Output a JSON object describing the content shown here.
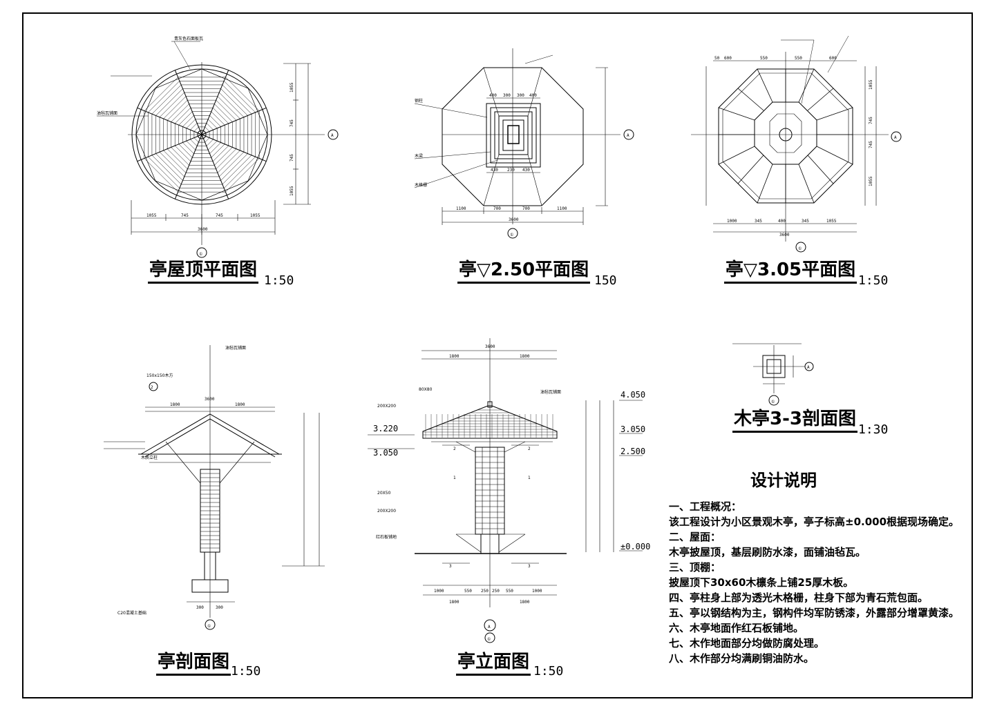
{
  "titles": {
    "roof_plan": "亭屋顶平面图",
    "roof_plan_scale": "1:50",
    "plan_250": "亭▽2.50平面图",
    "plan_250_scale": "150",
    "plan_305": "亭▽3.05平面图",
    "plan_305_scale": "1:50",
    "section": "亭剖面图",
    "section_scale": "1:50",
    "elevation": "亭立面图",
    "elevation_scale": "1:50",
    "section33": "木亭3-3剖面图",
    "section33_scale": "1:30"
  },
  "notes": {
    "heading": "设计说明",
    "lines": [
      "一、工程概况：",
      "该工程设计为小区景观木亭，亭子标高±0.000根据现场确定。",
      "二、屋面：",
      "木亭披屋顶，基层刷防水漆，面铺油毡瓦。",
      "三、顶棚：",
      "披屋顶下30x60木檩条上铺25厚木板。",
      "四、亭柱身上部为透光木格栅，柱身下部为青石荒包面。",
      "五、亭以钢结构为主，钢构件均军防锈漆，外露部分增罩黄漆。",
      "六、木亭地面作红石板铺地。",
      "七、木作地面部分均做防腐处理。",
      "八、木作部分均满刷铜油防水。"
    ]
  },
  "markers": {
    "axis_1": "①",
    "axis_a": "A",
    "section_2": "2",
    "section_1": "1",
    "section_3": "3"
  },
  "roof_dims": {
    "bottom": [
      "1055",
      "745",
      "745",
      "1055"
    ],
    "total": "3600",
    "right": [
      "1055",
      "745",
      "745",
      "1055"
    ]
  },
  "plan250_dims": {
    "bottom": [
      "1100",
      "700",
      "700",
      "1100"
    ],
    "total": "3600",
    "top": [
      "400",
      "300",
      "300",
      "400"
    ],
    "inner": [
      "430",
      "230",
      "430"
    ]
  },
  "plan305_dims": {
    "top": [
      "50",
      "600",
      "550",
      "550",
      "600"
    ],
    "bottom": [
      "1000",
      "345",
      "400",
      "345",
      "1055"
    ],
    "total": "3600",
    "right": [
      "1055",
      "745",
      "745",
      "1055"
    ]
  },
  "levels": {
    "l4050": "4.050",
    "l3220": "3.220",
    "l3050": "3.050",
    "l3050b": "3.050",
    "l2500": "2.500",
    "l0": "±0.000"
  },
  "elev_dims": {
    "top": [
      "1800",
      "1800"
    ],
    "total": "3600",
    "bottom1": [
      "1000",
      "550",
      "250",
      "250",
      "550",
      "1000"
    ],
    "bottom2": [
      "1800",
      "1800"
    ]
  },
  "section_dims": {
    "top": [
      "1800",
      "1800"
    ],
    "total": "3600",
    "base": [
      "300",
      "300"
    ]
  },
  "labels": {
    "roof_tile": "青灰色石面板瓦",
    "oil_felt": "油毡瓦铺面",
    "wood_beam": "木梁",
    "steel": "钢柱",
    "grille": "木格栅",
    "stone": "红石板铺地",
    "size_80x80": "80X80",
    "size_200x200": "200X200",
    "size_150x150": "150x150木方",
    "size_20x50": "20X50",
    "pier": "木质立柱",
    "base": "C20混凝土基础"
  }
}
